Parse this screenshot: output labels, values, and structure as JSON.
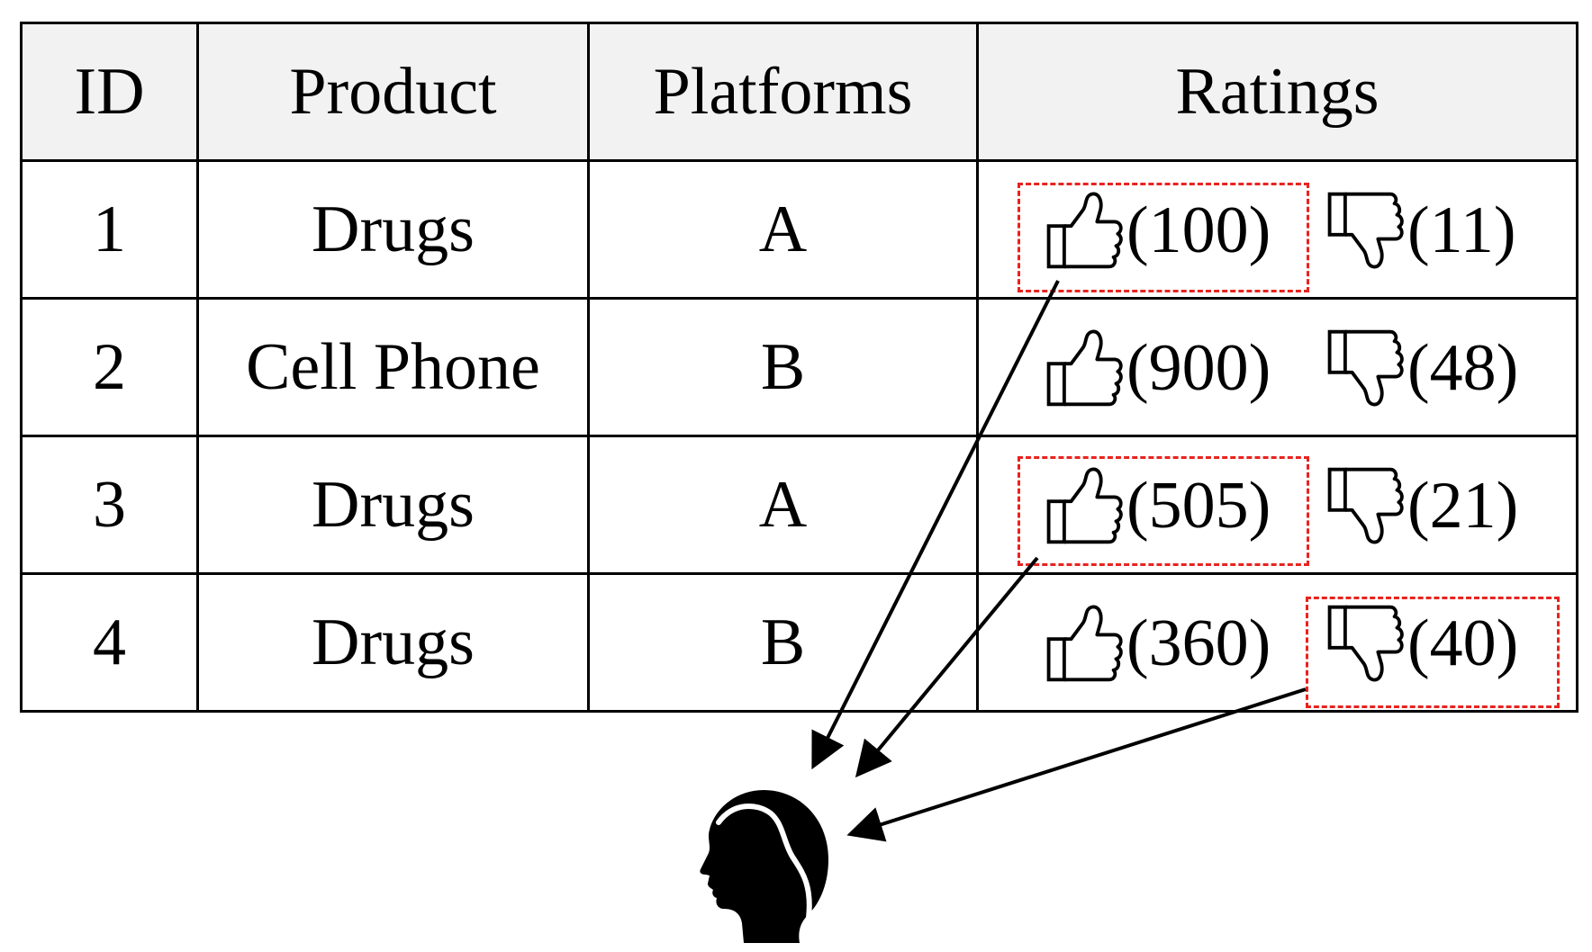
{
  "table": {
    "headers": {
      "id": "ID",
      "product": "Product",
      "platforms": "Platforms",
      "ratings": "Ratings"
    },
    "rows": [
      {
        "id": "1",
        "product": "Drugs",
        "platform": "A",
        "up": "(100)",
        "down": "(11)"
      },
      {
        "id": "2",
        "product": "Cell Phone",
        "platform": "B",
        "up": "(900)",
        "down": "(48)"
      },
      {
        "id": "3",
        "product": "Drugs",
        "platform": "A",
        "up": "(505)",
        "down": "(21)"
      },
      {
        "id": "4",
        "product": "Drugs",
        "platform": "B",
        "up": "(360)",
        "down": "(40)"
      }
    ]
  },
  "icons": {
    "like": "thumbs-up-icon",
    "dislike": "thumbs-down-icon",
    "user": "user-head-icon"
  },
  "colors": {
    "highlight": "#e8231f",
    "line": "#000000",
    "header_bg": "#f2f2f2"
  }
}
